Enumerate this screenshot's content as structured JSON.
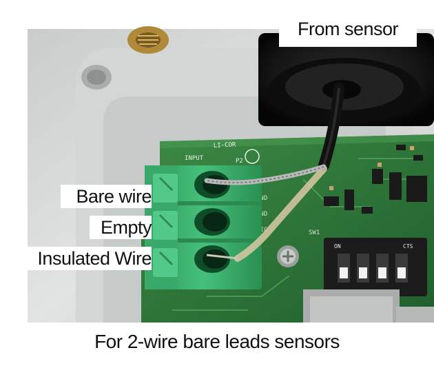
{
  "labels": {
    "from_sensor": "From sensor",
    "bare_wire": "Bare wire",
    "empty": "Empty",
    "insulated_wire": "Insulated Wire"
  },
  "caption": "For 2-wire bare leads sensors",
  "board_marks": {
    "brand": "LI-COR",
    "input": "INPUT",
    "p2": "P2",
    "gnd1": "GND",
    "gnd2": "GND",
    "sig": "SIG",
    "sw1": "SW1",
    "on": "ON",
    "cts": "CTS"
  },
  "colors": {
    "board_green": "#2f7a3c",
    "terminal_green": "#39b06a",
    "enclosure_gray": "#d9dbda",
    "cable_black": "#141414"
  }
}
